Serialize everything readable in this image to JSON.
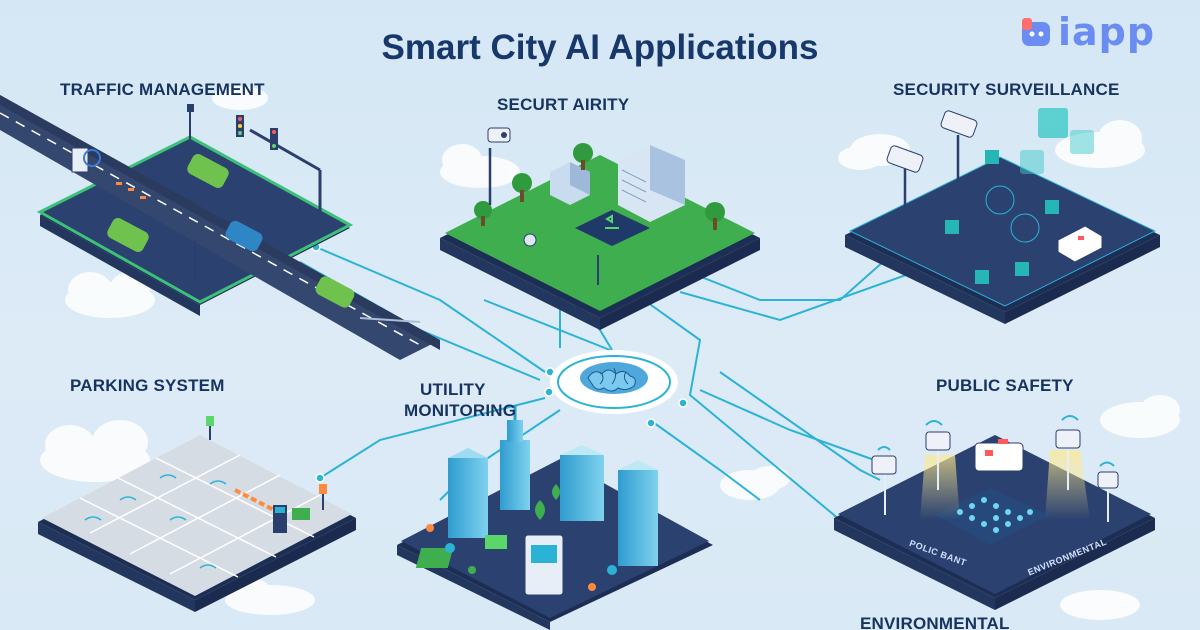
{
  "title": "Smart City AI Applications",
  "logo": {
    "text": "iapp"
  },
  "sections": {
    "traffic": "TRAFFIC MANAGEMENT",
    "security_airity": "SECURT AIRITY",
    "surveillance": "SECURITY SURVEILLANCE",
    "parking": "PARKING SYSTEM",
    "utility_line1": "UTILITY",
    "utility_line2": "MONITORING",
    "public_safety": "PUBLIC SAFETY",
    "environmental_bottom": "ENVIRONMENTAL"
  },
  "platform_tags": {
    "polic": "POLIC BANT",
    "environmental": "ENVIRONMENTAL"
  },
  "colors": {
    "title": "#18386b",
    "platform_dark": "#2b3f6e",
    "grass": "#3fae4f",
    "connector": "#2bb3d6",
    "logo": "#6b8df2"
  },
  "icons": [
    "brain-hub-icon",
    "cctv-camera-icon",
    "traffic-light-icon",
    "wifi-icon",
    "ambulance-icon",
    "car-icon",
    "tree-icon",
    "building-icon",
    "shield-icon"
  ]
}
